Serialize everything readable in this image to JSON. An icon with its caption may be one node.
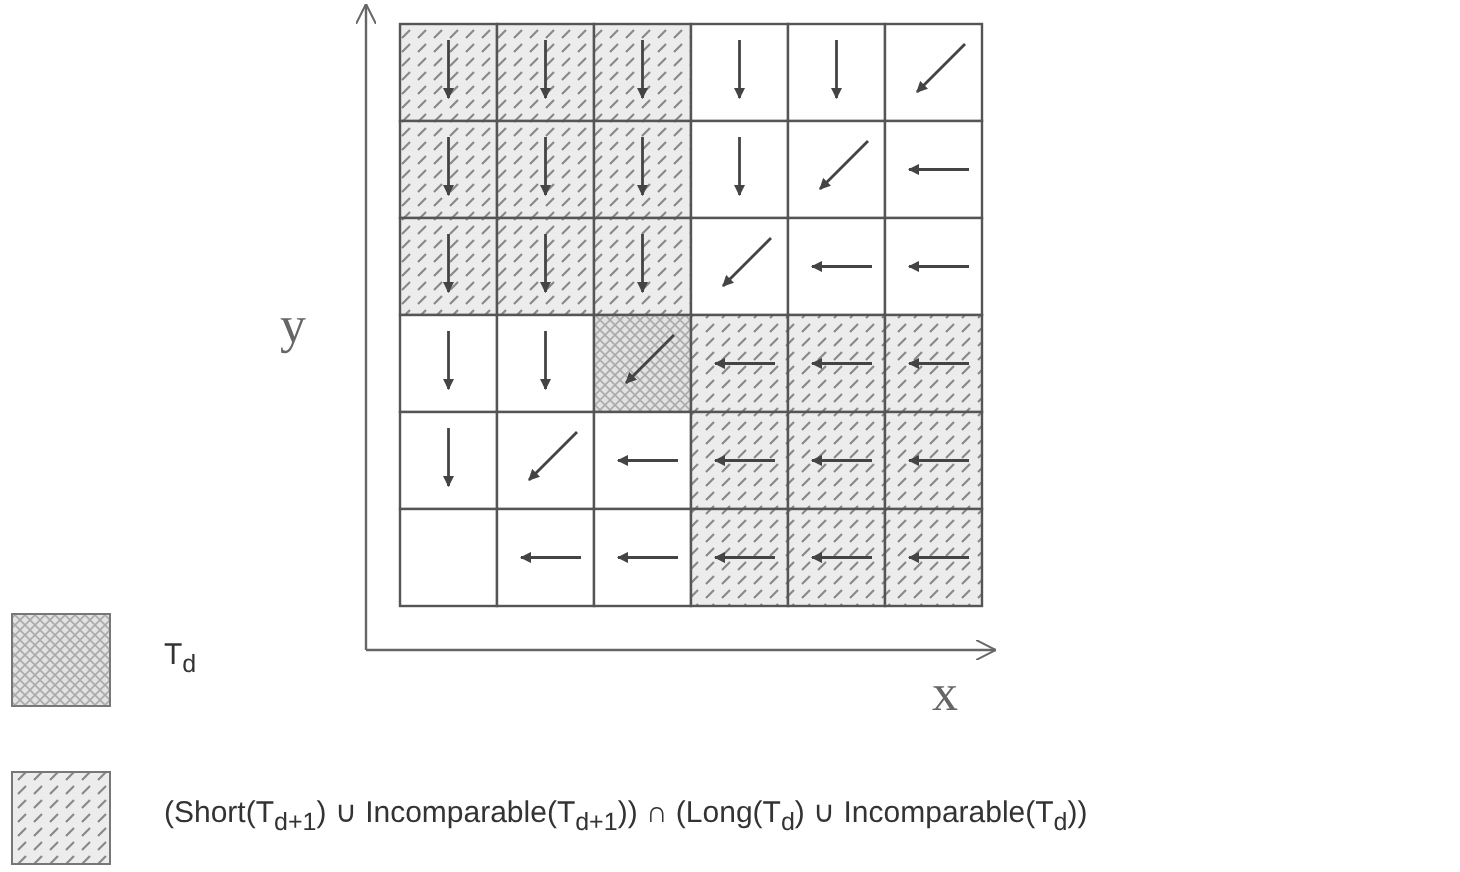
{
  "diagram": {
    "labels": [
      "y",
      "x"
    ],
    "legend": [
      {
        "text": "T$_{d}$"
      },
      {
        "text": "(Short(T$_{d+1}$) ∪ Incomparable(T$_{d+1}$)) ∩ (Long(T$_{d}$) ∪ Incomparable(T$_{d}$))"
      }
    ]
  }
}
